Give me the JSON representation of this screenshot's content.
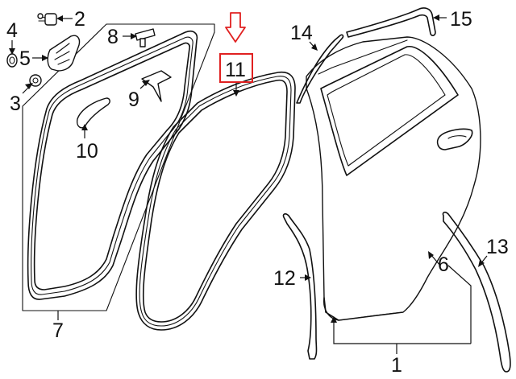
{
  "diagram": {
    "callouts": {
      "c1": "1",
      "c2": "2",
      "c3": "3",
      "c4": "4",
      "c5": "5",
      "c6": "6",
      "c7": "7",
      "c8": "8",
      "c9": "9",
      "c10": "10",
      "c11": "11",
      "c12": "12",
      "c13": "13",
      "c14": "14",
      "c15": "15"
    },
    "highlight": {
      "part": "11",
      "color": "#e02020",
      "marker": "down-arrow-outline"
    },
    "line_color": "#111111",
    "background": "#ffffff"
  }
}
